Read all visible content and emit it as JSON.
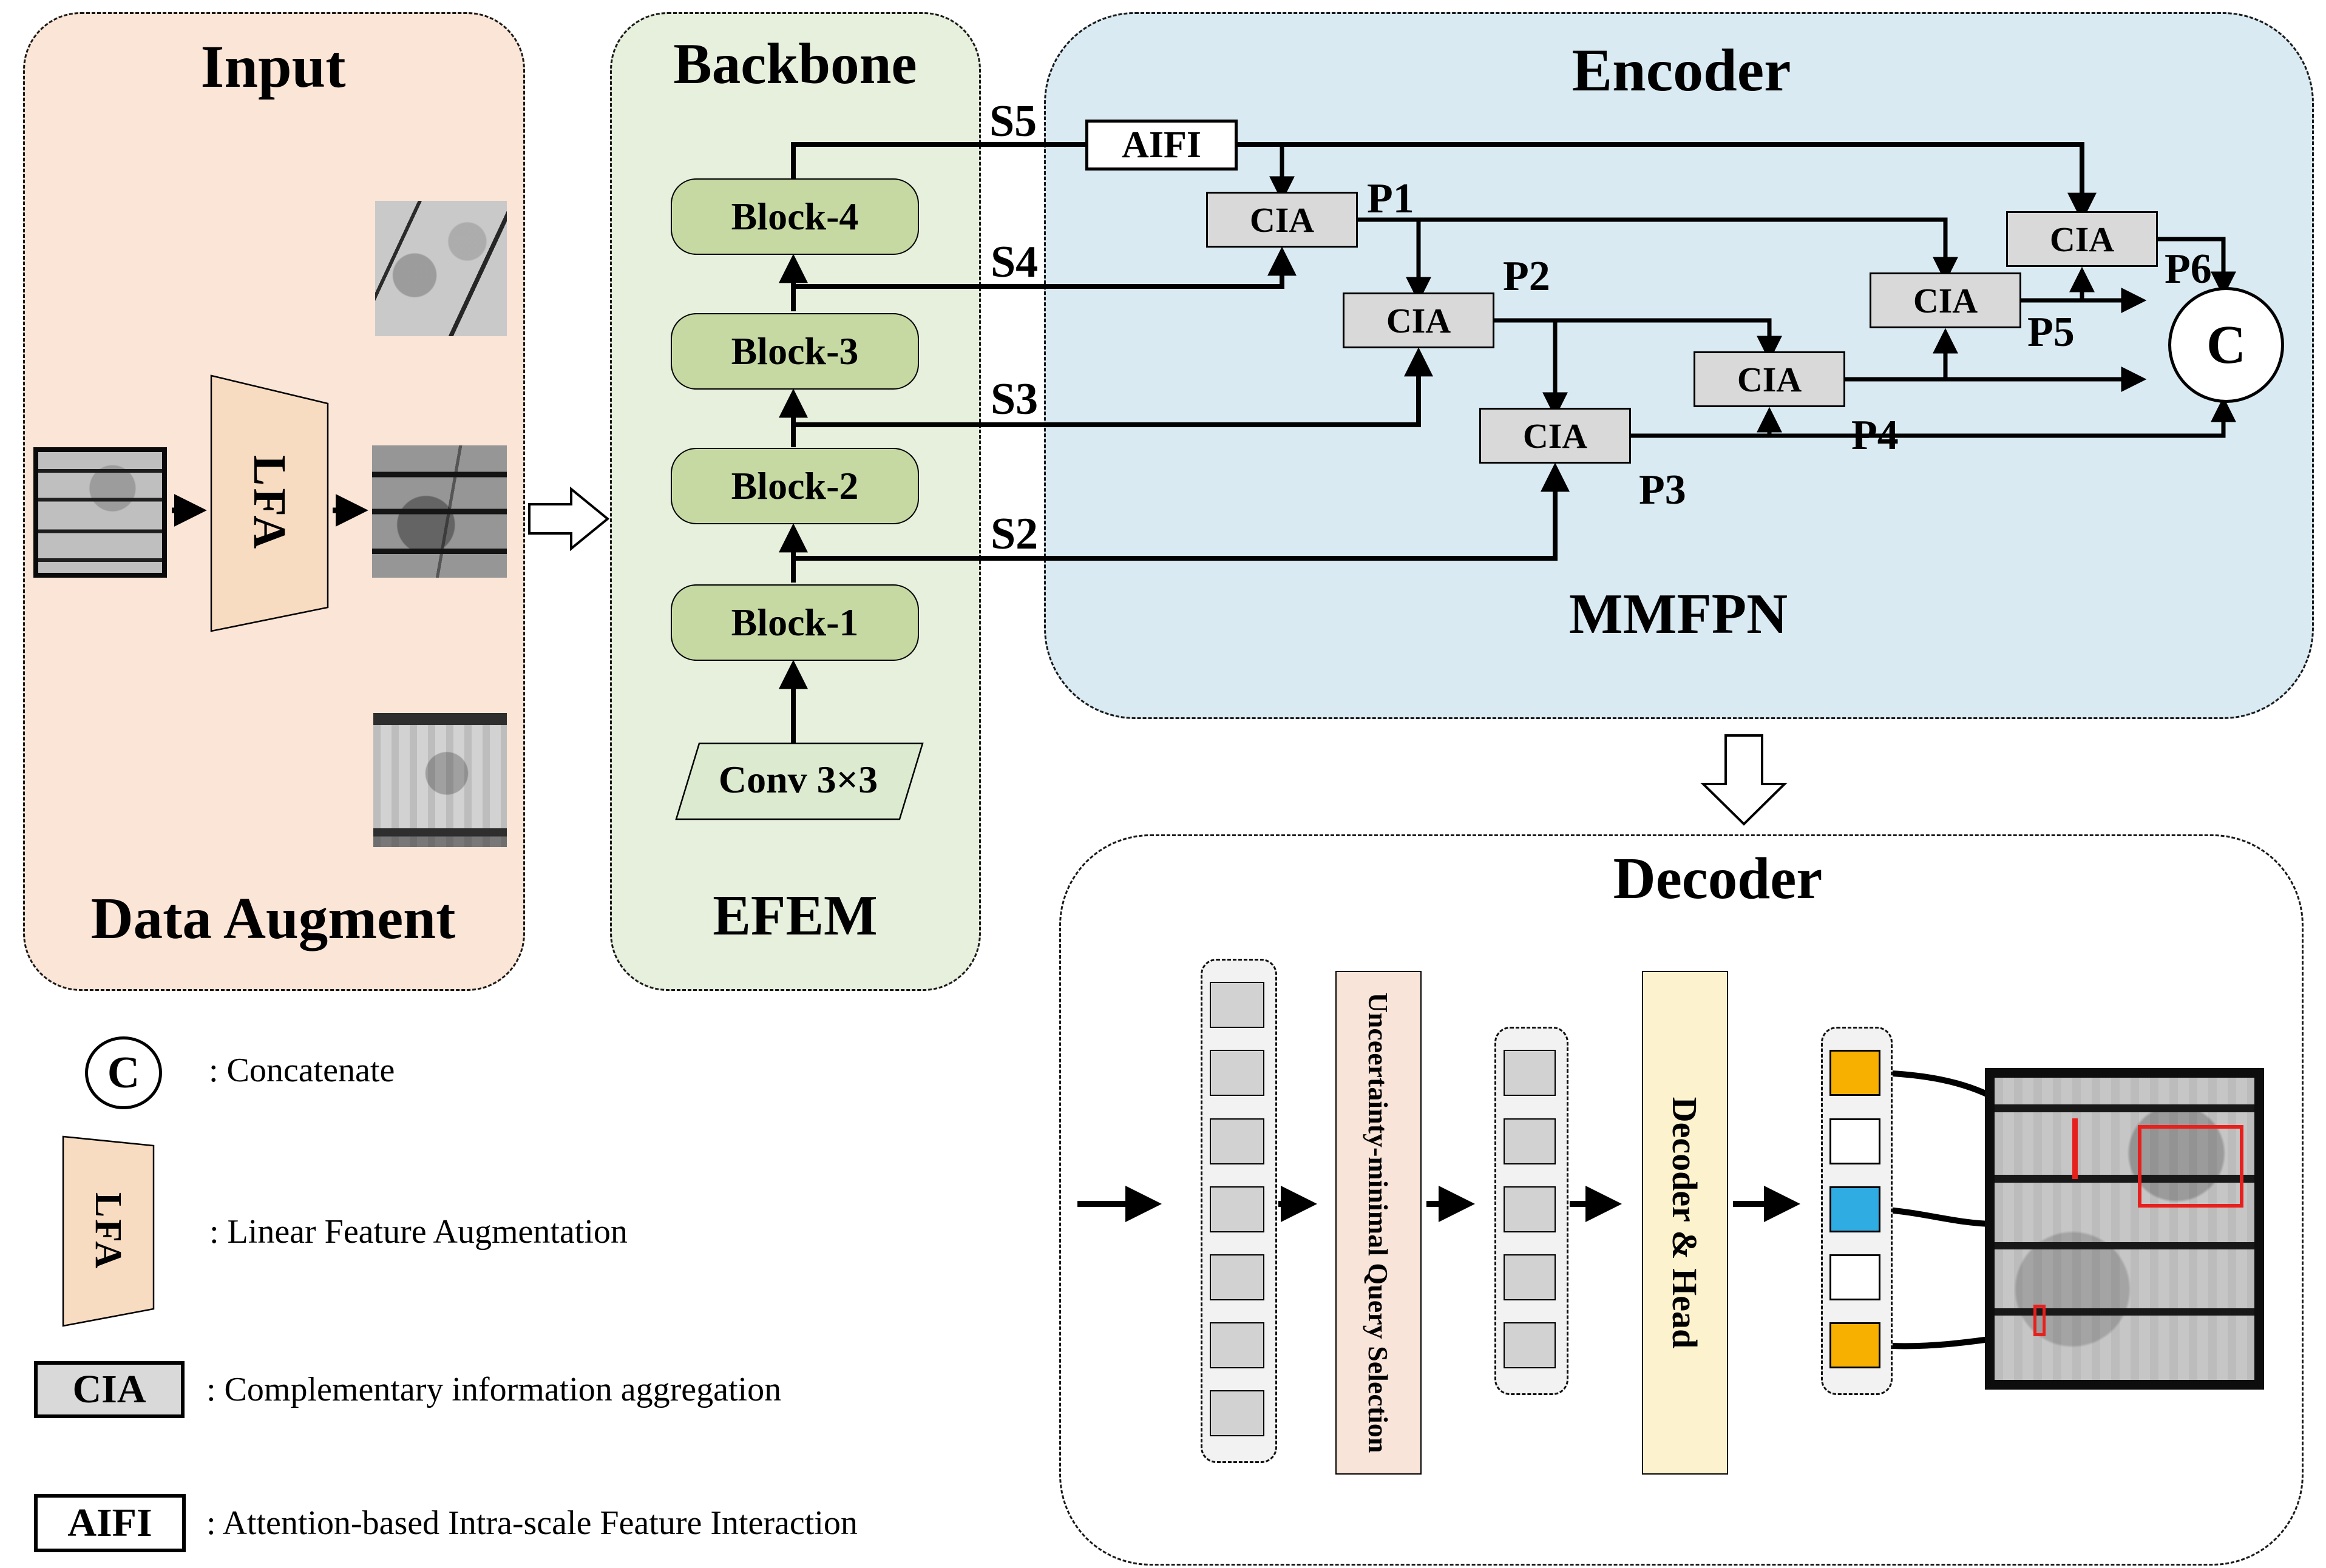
{
  "input": {
    "title": "Input",
    "lfa": "LFA",
    "caption": "Data Augment"
  },
  "backbone": {
    "title": "Backbone",
    "blocks": [
      "Block-4",
      "Block-3",
      "Block-2",
      "Block-1"
    ],
    "conv": "Conv 3×3",
    "caption": "EFEM",
    "s_labels": [
      "S5",
      "S4",
      "S3",
      "S2"
    ]
  },
  "encoder": {
    "title": "Encoder",
    "caption": "MMFPN",
    "aifi": "AIFI",
    "cia": [
      "CIA",
      "CIA",
      "CIA",
      "CIA",
      "CIA",
      "CIA"
    ],
    "p_labels": [
      "P1",
      "P2",
      "P3",
      "P4",
      "P5",
      "P6"
    ],
    "concat": "C"
  },
  "decoder": {
    "title": "Decoder",
    "query_selection": "Unceertainty-minimal Query Selection",
    "head": "Decoder & Head"
  },
  "legend": [
    {
      "symbol": "C",
      "text": ": Concatenate"
    },
    {
      "symbol": "LFA",
      "text": ": Linear Feature Augmentation"
    },
    {
      "symbol": "CIA",
      "text": ": Complementary information aggregation"
    },
    {
      "symbol": "AIFI",
      "text": ": Attention-based Intra-scale Feature Interaction"
    }
  ],
  "colors": {
    "input_bg": "#fbe5d6",
    "backbone_bg": "#e7efdd",
    "encoder_bg": "#d9eaf2",
    "decoder_bg": "#ffffff",
    "block_fill": "#c6d9a3",
    "conv_fill": "#dcead0",
    "lfa_fill": "#f8dcc2",
    "cia_fill": "#d9d9d9",
    "aifi_fill": "#ffffff",
    "query_selection_fill": "#f9e4da",
    "decoder_head_fill": "#fcf2cd",
    "token_orange": "#f7b000",
    "token_blue": "#2fade3",
    "annotation_red": "#e8201d"
  }
}
